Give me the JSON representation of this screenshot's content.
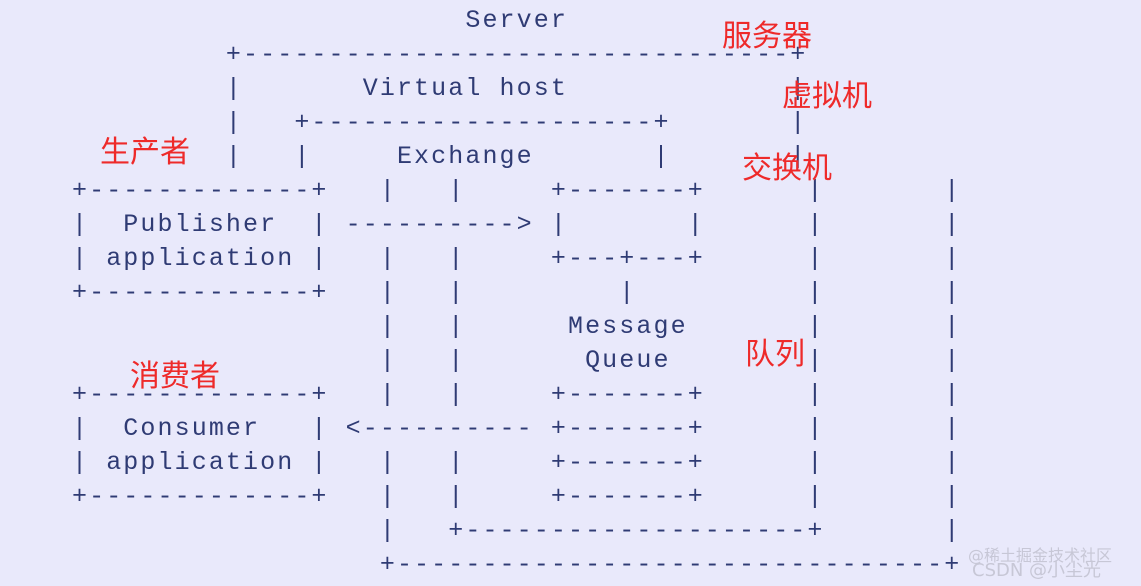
{
  "diagram": {
    "ascii_lines": [
      "                       Server",
      "         +--------------------------------+",
      "         |       Virtual host             |",
      "         |   +--------------------+       |",
      "         |   |     Exchange       |       |",
      "+-------------+   |   |     +-------+      |       |",
      "|  Publisher  | ----------> |       |      |       |",
      "| application |   |   |     +---+---+      |       |",
      "+-------------+   |   |         |          |       |",
      "                  |   |      Message       |       |",
      "                  |   |       Queue        |       |",
      "+-------------+   |   |     +-------+      |       |",
      "|  Consumer   | <---------- +-------+      |       |",
      "| application |   |   |     +-------+      |       |",
      "+-------------+   |   |     +-------+      |       |",
      "                  |   +--------------------+       |",
      "                  +--------------------------------+"
    ]
  },
  "labels": {
    "server_cn": "服务器",
    "virtual_host_cn": "虚拟机",
    "producer_cn": "生产者",
    "exchange_cn": "交换机",
    "consumer_cn": "消费者",
    "queue_cn": "队列"
  },
  "watermark": {
    "line1": "@稀土掘金技术社区",
    "line2": "CSDN @小尘光"
  },
  "colors": {
    "background": "#e9e9fb",
    "diagram_text": "#2f3b74",
    "annotation": "#ee2a2a",
    "watermark": "#c7c7d6"
  }
}
